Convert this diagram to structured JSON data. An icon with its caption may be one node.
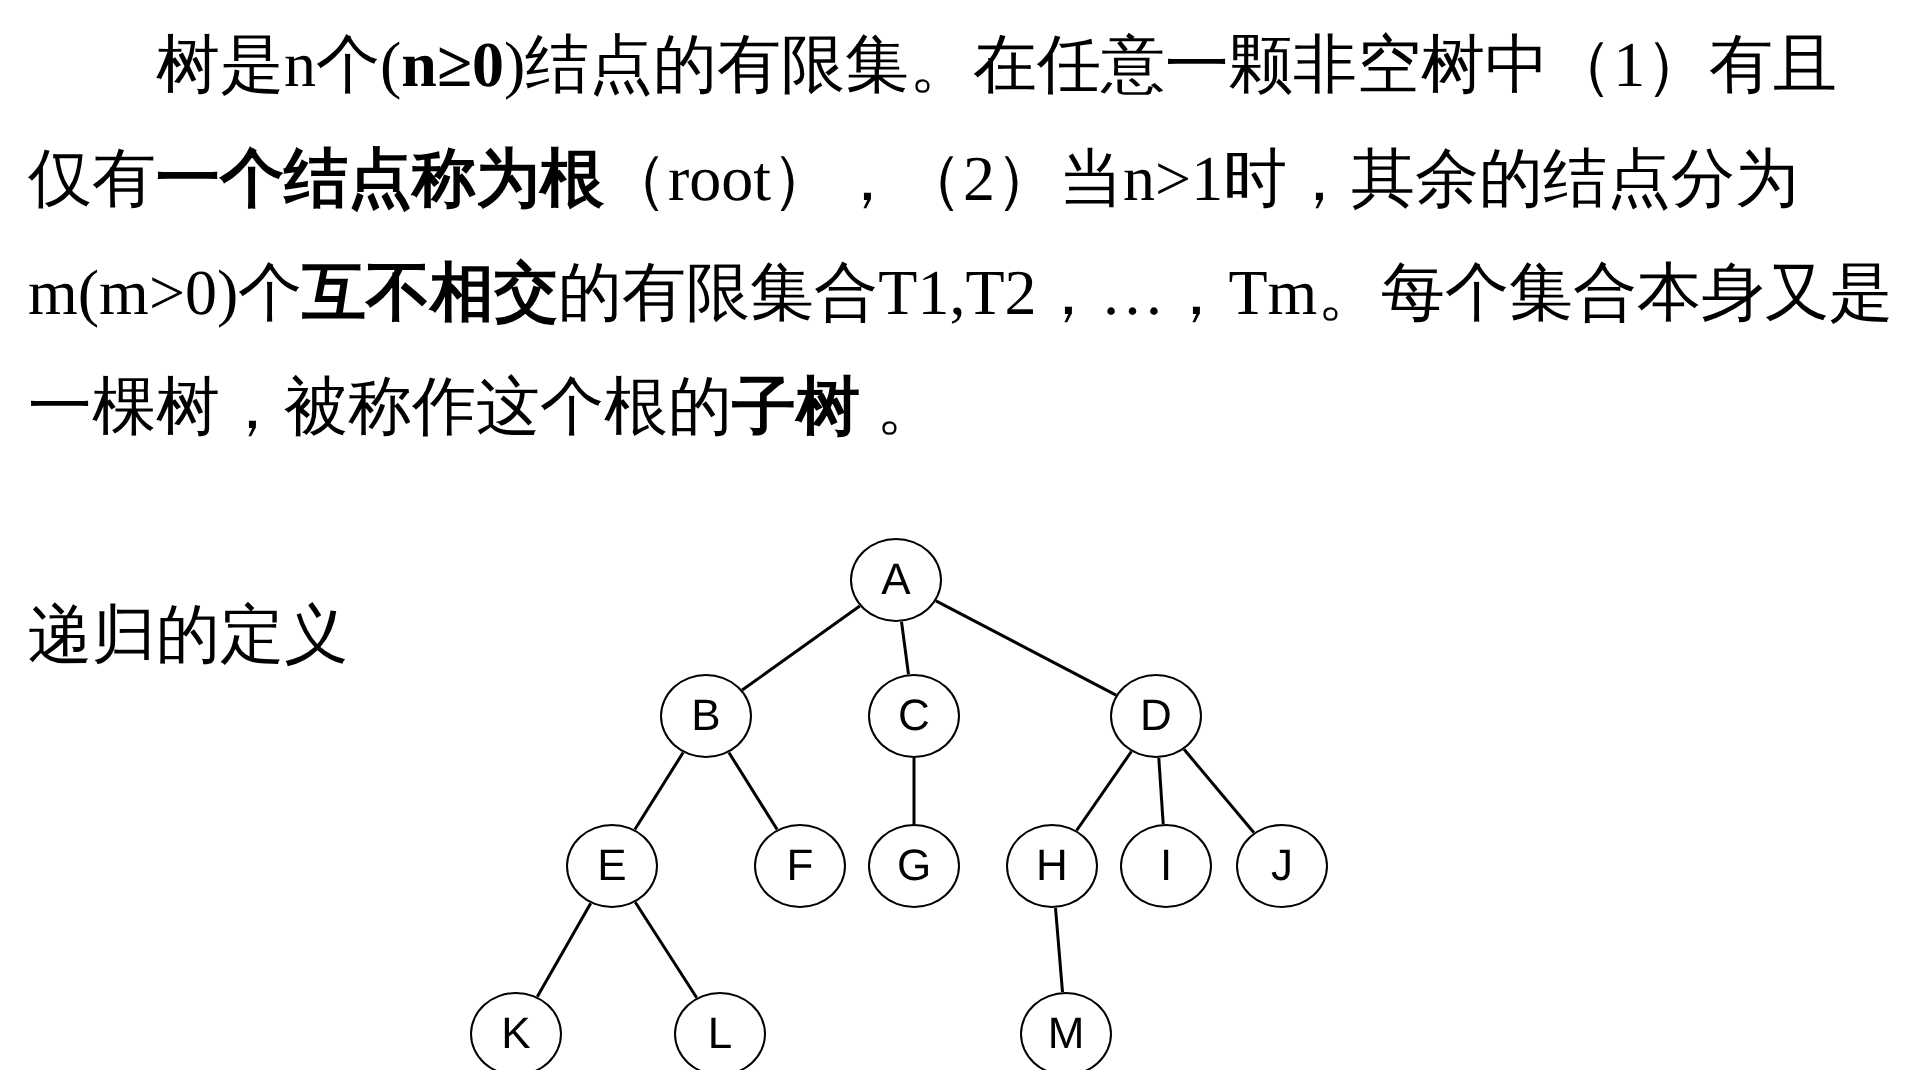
{
  "diagram": {
    "nodes": [
      {
        "text": [
          "A"
        ]
      },
      {
        "text": [
          "B"
        ]
      },
      {
        "text": [
          "C"
        ]
      },
      {
        "text": [
          "D"
        ]
      },
      {
        "text": [
          "E"
        ]
      },
      {
        "text": [
          "F"
        ]
      },
      {
        "text": [
          "G"
        ]
      },
      {
        "text": [
          "H"
        ]
      },
      {
        "text": [
          "I"
        ]
      },
      {
        "text": [
          "J"
        ]
      },
      {
        "text": [
          "K"
        ]
      },
      {
        "text": [
          "L"
        ]
      },
      {
        "text": [
          "M"
        ]
      }
    ],
    "edges": [
      {
        "from": 0,
        "to": 1,
        "arrow": "none"
      },
      {
        "from": 0,
        "to": 2,
        "arrow": "none"
      },
      {
        "from": 0,
        "to": 3,
        "arrow": "none"
      },
      {
        "from": 1,
        "to": 4,
        "arrow": "none"
      },
      {
        "from": 1,
        "to": 5,
        "arrow": "none"
      },
      {
        "from": 2,
        "to": 6,
        "arrow": "none"
      },
      {
        "from": 3,
        "to": 7,
        "arrow": "none"
      },
      {
        "from": 3,
        "to": 8,
        "arrow": "none"
      },
      {
        "from": 3,
        "to": 9,
        "arrow": "none"
      },
      {
        "from": 4,
        "to": 10,
        "arrow": "none"
      },
      {
        "from": 4,
        "to": 11,
        "arrow": "none"
      },
      {
        "from": 7,
        "to": 12,
        "arrow": "none"
      }
    ],
    "labels": [
      "树是n个(**n≥0**)结点的有限集。在任意一颗非空树中（1）有且仅有**一个结点称为根**（root），（2）当n>1时，其余的结点分为m(m>0)个**互不相交**的有限集合T1,T2，…，Tm。每个集合本身又是一棵树，被称作这个根的**子树** 。",
      "递归的定义"
    ]
  }
}
